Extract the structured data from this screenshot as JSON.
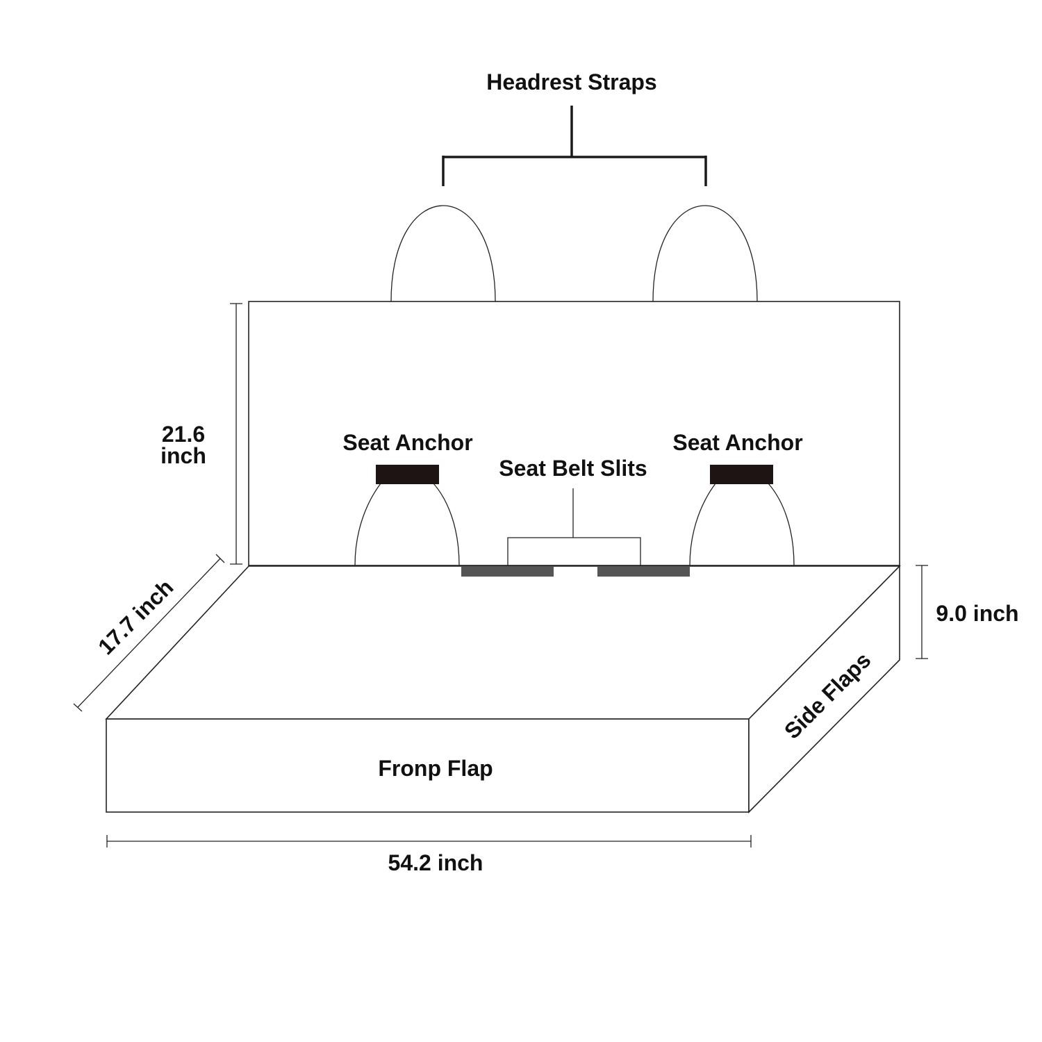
{
  "labels": {
    "headrest_straps": "Headrest Straps",
    "seat_anchor_left": "Seat Anchor",
    "seat_anchor_right": "Seat Anchor",
    "seat_belt_slits": "Seat Belt Slits",
    "back_height_value": "21.6",
    "back_height_unit": "inch",
    "depth": "17.7 inch",
    "side_flap_height": "9.0 inch",
    "side_flaps": "Side Flaps",
    "front_flap": "Fronp Flap",
    "width": "54.2 inch"
  },
  "colors": {
    "outline": "#222222",
    "anchor": "#1e1414",
    "slit": "#555555",
    "text": "#111111"
  }
}
